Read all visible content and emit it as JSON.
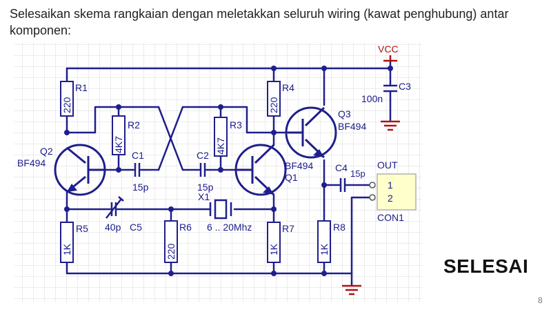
{
  "instruction": "Selesaikan skema rangkaian dengan meletakkan seluruh wiring (kawat penghubung) antar komponen:",
  "status_label": "SELESAI",
  "page_number": "8",
  "colors": {
    "wire": "#1e1e8c",
    "grid": "#d9d9d9",
    "power_symbol": "#b01010",
    "connector_fill": "#ffffcc"
  },
  "circuit": {
    "power": {
      "name": "VCC"
    },
    "resistors": {
      "r1": {
        "ref": "R1",
        "value": "220"
      },
      "r2": {
        "ref": "R2",
        "value": "4K7"
      },
      "r3": {
        "ref": "R3",
        "value": "4K7"
      },
      "r4": {
        "ref": "R4",
        "value": "220"
      },
      "r5": {
        "ref": "R5",
        "value": "1K"
      },
      "r6": {
        "ref": "R6",
        "value": "220"
      },
      "r7": {
        "ref": "R7",
        "value": "1K"
      },
      "r8": {
        "ref": "R8",
        "value": "1K"
      }
    },
    "capacitors": {
      "c1": {
        "ref": "C1",
        "value": "15p"
      },
      "c2": {
        "ref": "C2",
        "value": "15p"
      },
      "c3": {
        "ref": "C3",
        "value": "100n"
      },
      "c4": {
        "ref": "C4",
        "value": "15p"
      },
      "c5": {
        "ref": "C5",
        "value": "40p"
      }
    },
    "transistors": {
      "q1": {
        "ref": "Q1",
        "type": "BF494"
      },
      "q2": {
        "ref": "Q2",
        "type": "BF494"
      },
      "q3": {
        "ref": "Q3",
        "type": "BF494"
      }
    },
    "crystal": {
      "ref": "X1",
      "value": "6 .. 20Mhz"
    },
    "connector": {
      "ref": "CON1",
      "name": "OUT",
      "pins": [
        "1",
        "2"
      ]
    }
  }
}
